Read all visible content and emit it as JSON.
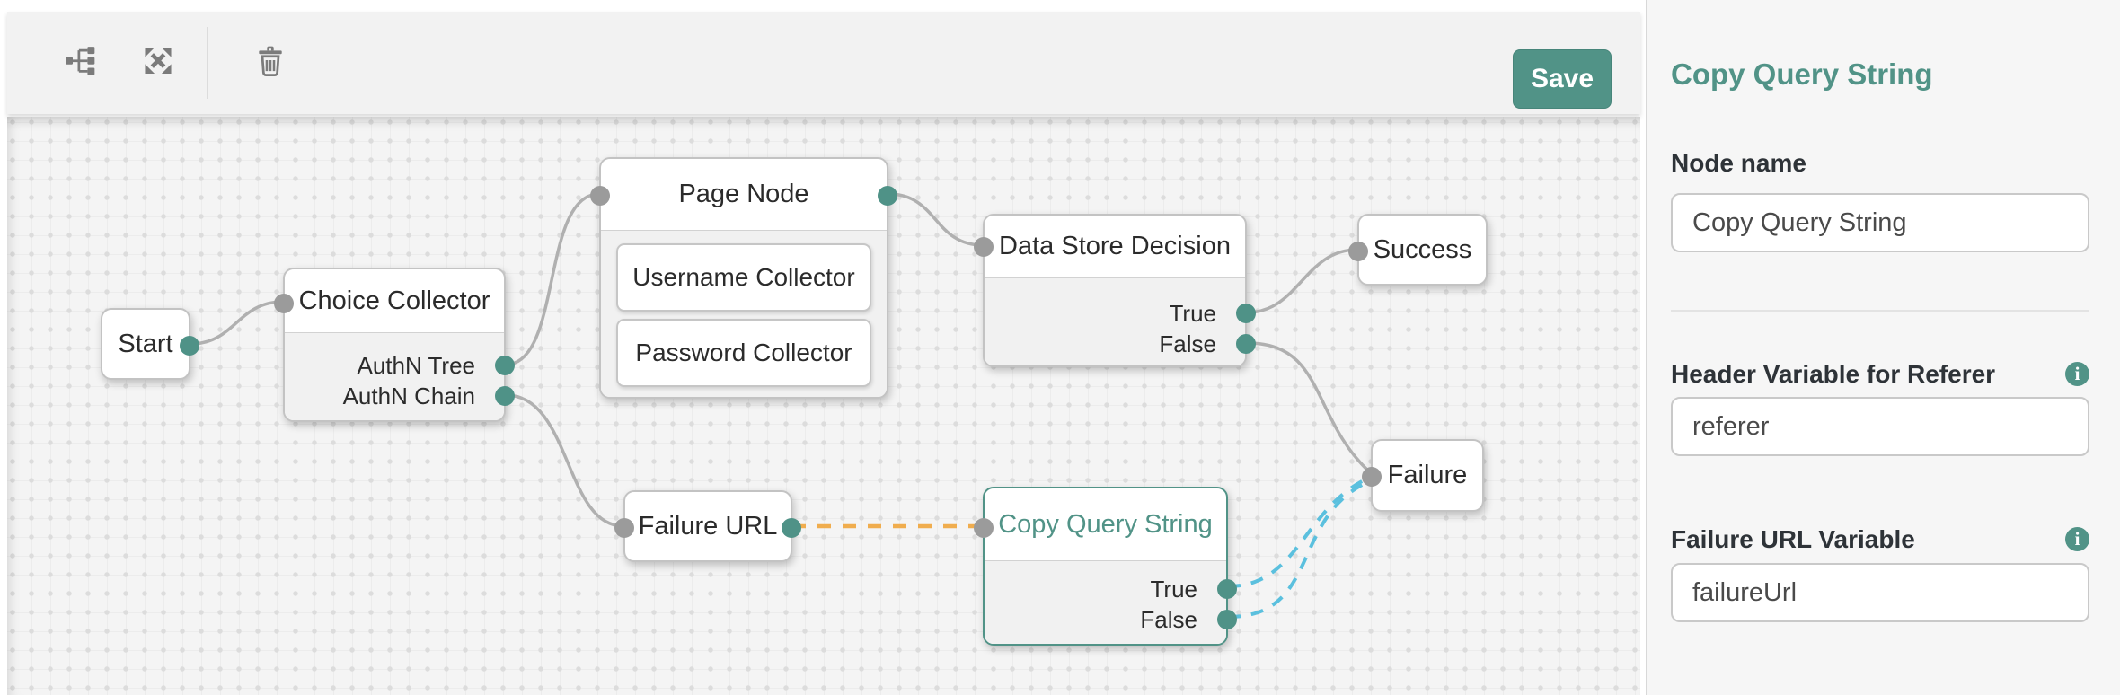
{
  "toolbar": {
    "save_label": "Save",
    "icons": [
      {
        "name": "tree-layout-icon"
      },
      {
        "name": "auto-layout-expand-icon"
      },
      {
        "name": "delete-node-icon"
      }
    ]
  },
  "panel": {
    "title": "Copy Query String",
    "fields": [
      {
        "label": "Node name",
        "value": "Copy Query String",
        "has_info": false
      },
      {
        "label": "Header Variable for Referer",
        "value": "referer",
        "has_info": true
      },
      {
        "label": "Failure URL Variable",
        "value": "failureUrl",
        "has_info": true
      }
    ]
  },
  "canvas": {
    "nodes": [
      {
        "id": "start",
        "label": "Start"
      },
      {
        "id": "choice-collector",
        "label": "Choice Collector",
        "outputs": [
          "AuthN Tree",
          "AuthN Chain"
        ]
      },
      {
        "id": "page-node",
        "label": "Page Node",
        "children": [
          "Username Collector",
          "Password Collector"
        ]
      },
      {
        "id": "data-store-decision",
        "label": "Data Store Decision",
        "outputs": [
          "True",
          "False"
        ]
      },
      {
        "id": "success",
        "label": "Success"
      },
      {
        "id": "failure",
        "label": "Failure"
      },
      {
        "id": "failure-url",
        "label": "Failure URL"
      },
      {
        "id": "copy-query-string",
        "label": "Copy Query String",
        "outputs": [
          "True",
          "False"
        ],
        "selected": true
      }
    ],
    "edges": [
      {
        "from": "start",
        "to": "choice-collector",
        "style": "solid-gray"
      },
      {
        "from": "choice-collector:AuthN Tree",
        "to": "page-node",
        "style": "solid-gray"
      },
      {
        "from": "choice-collector:AuthN Chain",
        "to": "failure-url",
        "style": "solid-gray"
      },
      {
        "from": "page-node",
        "to": "data-store-decision",
        "style": "solid-gray"
      },
      {
        "from": "data-store-decision:True",
        "to": "success",
        "style": "solid-gray"
      },
      {
        "from": "data-store-decision:False",
        "to": "failure",
        "style": "solid-gray"
      },
      {
        "from": "failure-url",
        "to": "copy-query-string",
        "style": "dashed-orange"
      },
      {
        "from": "copy-query-string:True",
        "to": "failure",
        "style": "dashed-blue"
      },
      {
        "from": "copy-query-string:False",
        "to": "failure",
        "style": "dashed-blue"
      }
    ]
  },
  "colors": {
    "accent_teal": "#519387",
    "edge_gray": "#b0b0b0",
    "edge_orange": "#f0ad4e",
    "edge_blue": "#5bc0de",
    "input_port_gray": "#9b9b9b",
    "output_port_teal": "#4f9287"
  }
}
